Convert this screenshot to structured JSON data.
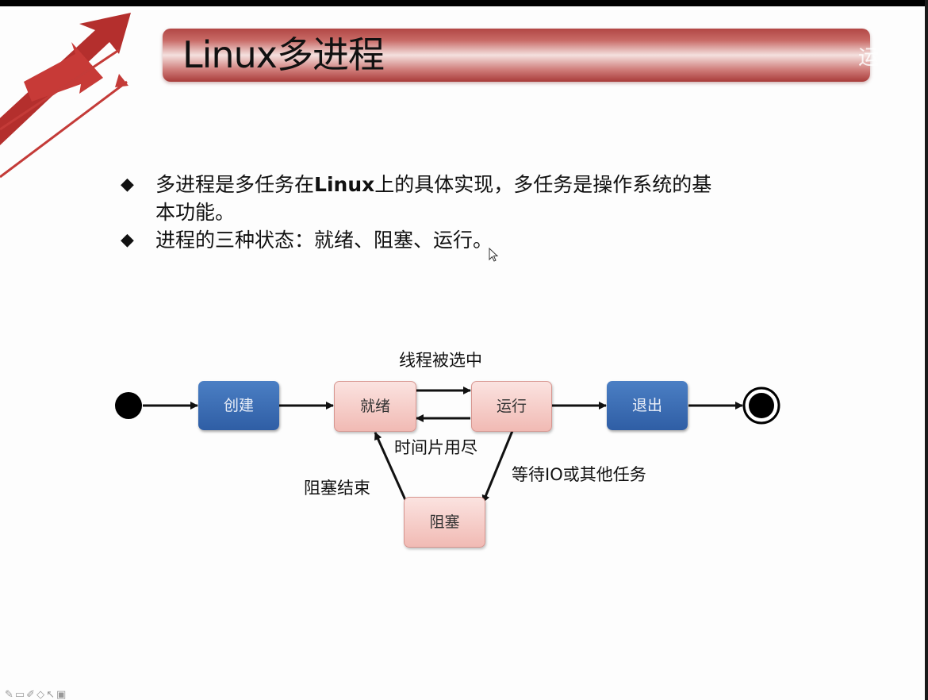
{
  "slide": {
    "title": "Linux多进程",
    "title_edge_text": "运",
    "bullets": [
      {
        "pre": "多进程是多任务在",
        "bold": "Linux",
        "post": "上的具体实现，多任务是操作系统的基",
        "cont": "本功能。"
      },
      {
        "pre": "进程的三种状态：就绪、阻塞、运行。",
        "bold": "",
        "post": "",
        "cont": ""
      }
    ],
    "bullet_mark": "◆"
  },
  "diagram": {
    "states": {
      "create": "创建",
      "ready": "就绪",
      "running": "运行",
      "exit": "退出",
      "blocked": "阻塞"
    },
    "transitions": {
      "ready_to_running": "线程被选中",
      "running_to_ready": "时间片用尽",
      "running_to_blocked": "等待IO或其他任务",
      "blocked_to_ready": "阻塞结束"
    }
  },
  "toolbar": {
    "icons": "✎▭✐◇↖▣"
  },
  "colors": {
    "title_bar": "#c4605d",
    "state_blue": "#3a6bb3",
    "state_pink": "#f5cbc6"
  }
}
